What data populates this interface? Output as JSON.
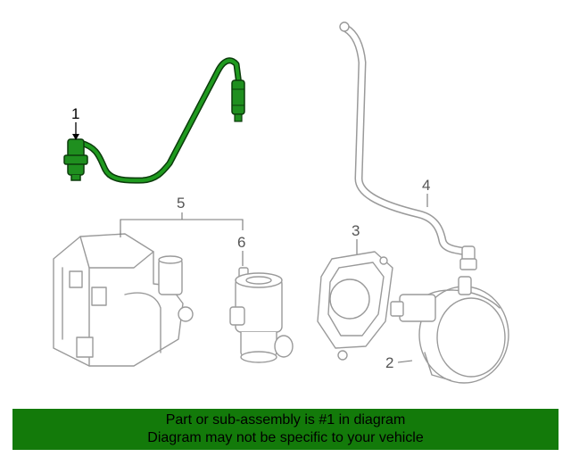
{
  "callouts": {
    "c1": "1",
    "c2": "2",
    "c3": "3",
    "c4": "4",
    "c5": "5",
    "c6": "6"
  },
  "banner": {
    "line1": "Part or sub-assembly is #1 in diagram",
    "line2": "Diagram may not be specific to your vehicle"
  },
  "colors": {
    "highlight": "#137a0a",
    "highlight_part": "#0f6a0f",
    "line_art": "#9a9a9a"
  }
}
